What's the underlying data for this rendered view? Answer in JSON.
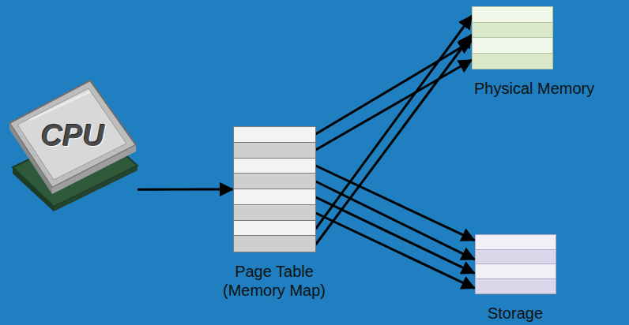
{
  "diagram": {
    "nodes": [
      {
        "text": [
          "CPU"
        ]
      },
      {
        "text": [
          "Page Table (Memory Map)"
        ]
      },
      {
        "text": [
          "Physical Memory"
        ]
      },
      {
        "text": [
          "Storage"
        ]
      }
    ],
    "edges": [
      {
        "from": 0,
        "to": 1,
        "arrow": "to"
      },
      {
        "from": 1,
        "to": 2,
        "arrow": "to"
      },
      {
        "from": 1,
        "to": 2,
        "arrow": "to"
      },
      {
        "from": 1,
        "to": 3,
        "arrow": "to"
      },
      {
        "from": 1,
        "to": 3,
        "arrow": "to"
      },
      {
        "from": 1,
        "to": 3,
        "arrow": "to"
      },
      {
        "from": 1,
        "to": 3,
        "arrow": "to"
      },
      {
        "from": 1,
        "to": 2,
        "arrow": "to"
      },
      {
        "from": 1,
        "to": 2,
        "arrow": "to"
      }
    ]
  }
}
